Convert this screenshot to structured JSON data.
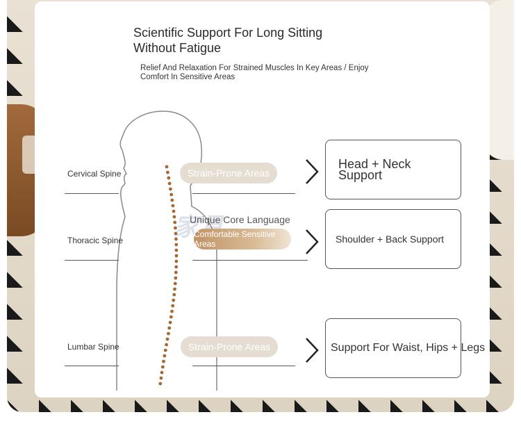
{
  "header": {
    "title_line1": "Scientific Support For Long Sitting",
    "title_line2": "Without Fatigue",
    "subtitle_line1": "Relief And Relaxation For Strained Muscles In Key Areas / Enjoy",
    "subtitle_line2": "Comfort In Sensitive Areas"
  },
  "spine_labels": {
    "cervical": "Cervical Spine",
    "thoracic": "Thoracic Spine",
    "lumbar": "Lumbar Spine"
  },
  "pills": {
    "top": "Strain-Prone Areas",
    "middle": "Comfortable Sensitive Areas",
    "bottom": "Strain-Prone Areas"
  },
  "floating_text": "Unique Core Language",
  "watermark": "家具",
  "boxes": {
    "head_line1": "Head + Neck",
    "head_line2": "Support",
    "shoulder": "Shoulder + Back Support",
    "waist": "Support For Waist, Hips + Legs"
  },
  "colors": {
    "spine_dots": "#a06a3a",
    "pill_light": "#e6ddd2",
    "pill_dark": "#c29467"
  }
}
